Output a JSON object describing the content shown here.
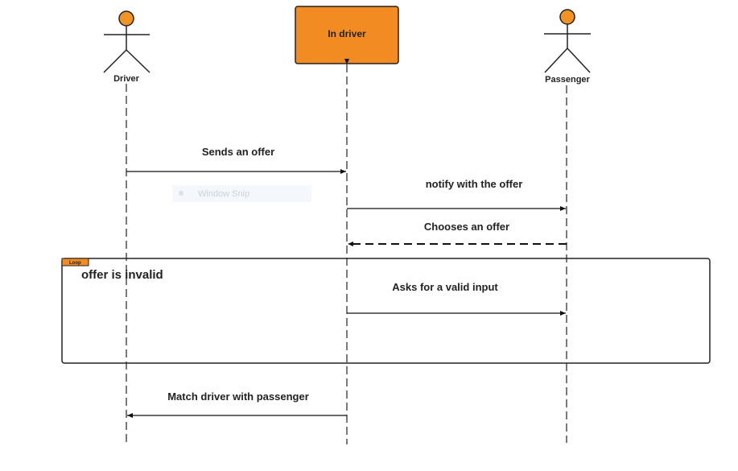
{
  "participants": {
    "driver": {
      "label": "Driver"
    },
    "in_driver": {
      "label": "In driver"
    },
    "passenger": {
      "label": "Passenger"
    }
  },
  "messages": {
    "sends_offer": "Sends an offer",
    "notify_offer": "notify with the offer",
    "chooses_offer": "Chooses an offer",
    "asks_valid_input": "Asks for a valid input",
    "match_driver": "Match driver with passenger"
  },
  "loop_frame": {
    "tag": "Loop",
    "condition": "offer is invalid"
  },
  "overlay": {
    "window_snip": "Window Snip"
  },
  "colors": {
    "actor_head": "#f29323",
    "box_fill": "#f28c22",
    "line": "#111111"
  }
}
